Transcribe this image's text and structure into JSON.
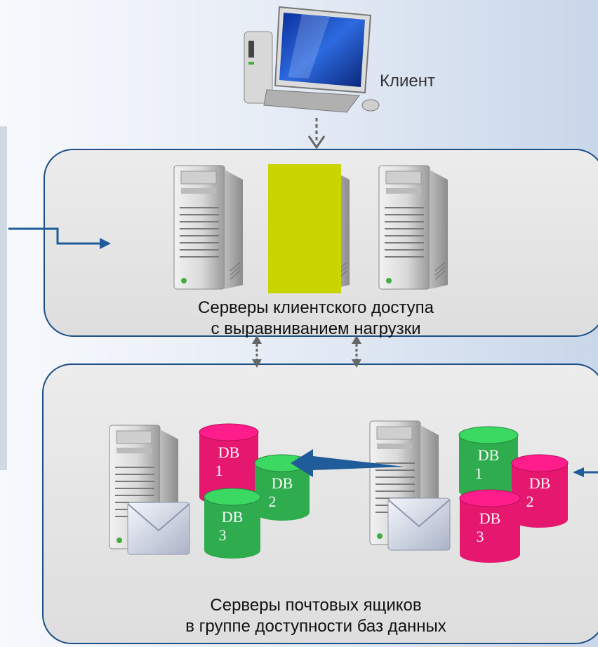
{
  "client": {
    "label": "Клиент"
  },
  "cas": {
    "caption_line1": "Серверы клиентского доступа",
    "caption_line2": "с выравниванием нагрузки"
  },
  "mailbox": {
    "caption_line1": "Серверы почтовых ящиков",
    "caption_line2": "в группе доступности баз данных",
    "left_server": {
      "databases": [
        {
          "name": "DB",
          "number": "1",
          "color": "#e6176f"
        },
        {
          "name": "DB",
          "number": "2",
          "color": "#2fad4e"
        },
        {
          "name": "DB",
          "number": "3",
          "color": "#2fad4e"
        }
      ]
    },
    "right_server": {
      "databases": [
        {
          "name": "DB",
          "number": "1",
          "color": "#2fad4e"
        },
        {
          "name": "DB",
          "number": "2",
          "color": "#e6176f"
        },
        {
          "name": "DB",
          "number": "3",
          "color": "#e6176f"
        }
      ]
    }
  },
  "colors": {
    "panel_border": "#1c4f86",
    "arrow_blue": "#1f5c99",
    "highlight_block": "#c9d400",
    "db_active": "#e6176f",
    "db_passive": "#2fad4e"
  }
}
